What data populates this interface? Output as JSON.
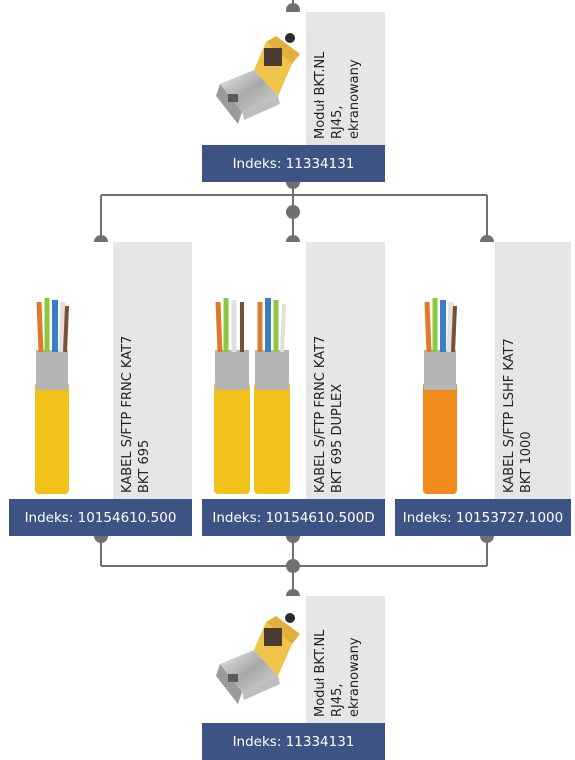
{
  "top_module": {
    "name_lines": [
      "Moduł BKT.NL",
      "RJ45,",
      "ekranowany"
    ],
    "index_label": "Indeks: 11334131"
  },
  "cables": [
    {
      "name_lines": [
        "KABEL S/FTP FRNC KAT7",
        "BKT 695"
      ],
      "index_label": "Indeks: 10154610.500",
      "jacket_color": "#f2c21a"
    },
    {
      "name_lines": [
        "KABEL S/FTP FRNC KAT7",
        "BKT 695 DUPLEX"
      ],
      "index_label": "Indeks: 10154610.500D",
      "jacket_color": "#f2c21a"
    },
    {
      "name_lines": [
        "KABEL S/FTP LSHF KAT7",
        "BKT 1000"
      ],
      "index_label": "Indeks: 10153727.1000",
      "jacket_color": "#f08a1c"
    }
  ],
  "bottom_module": {
    "name_lines": [
      "Moduł BKT.NL",
      "RJ45,",
      "ekranowany"
    ],
    "index_label": "Indeks: 11334131"
  },
  "colors": {
    "index_bar": "#3d5383",
    "name_panel": "#e6e6e6",
    "connector": "#707070"
  }
}
